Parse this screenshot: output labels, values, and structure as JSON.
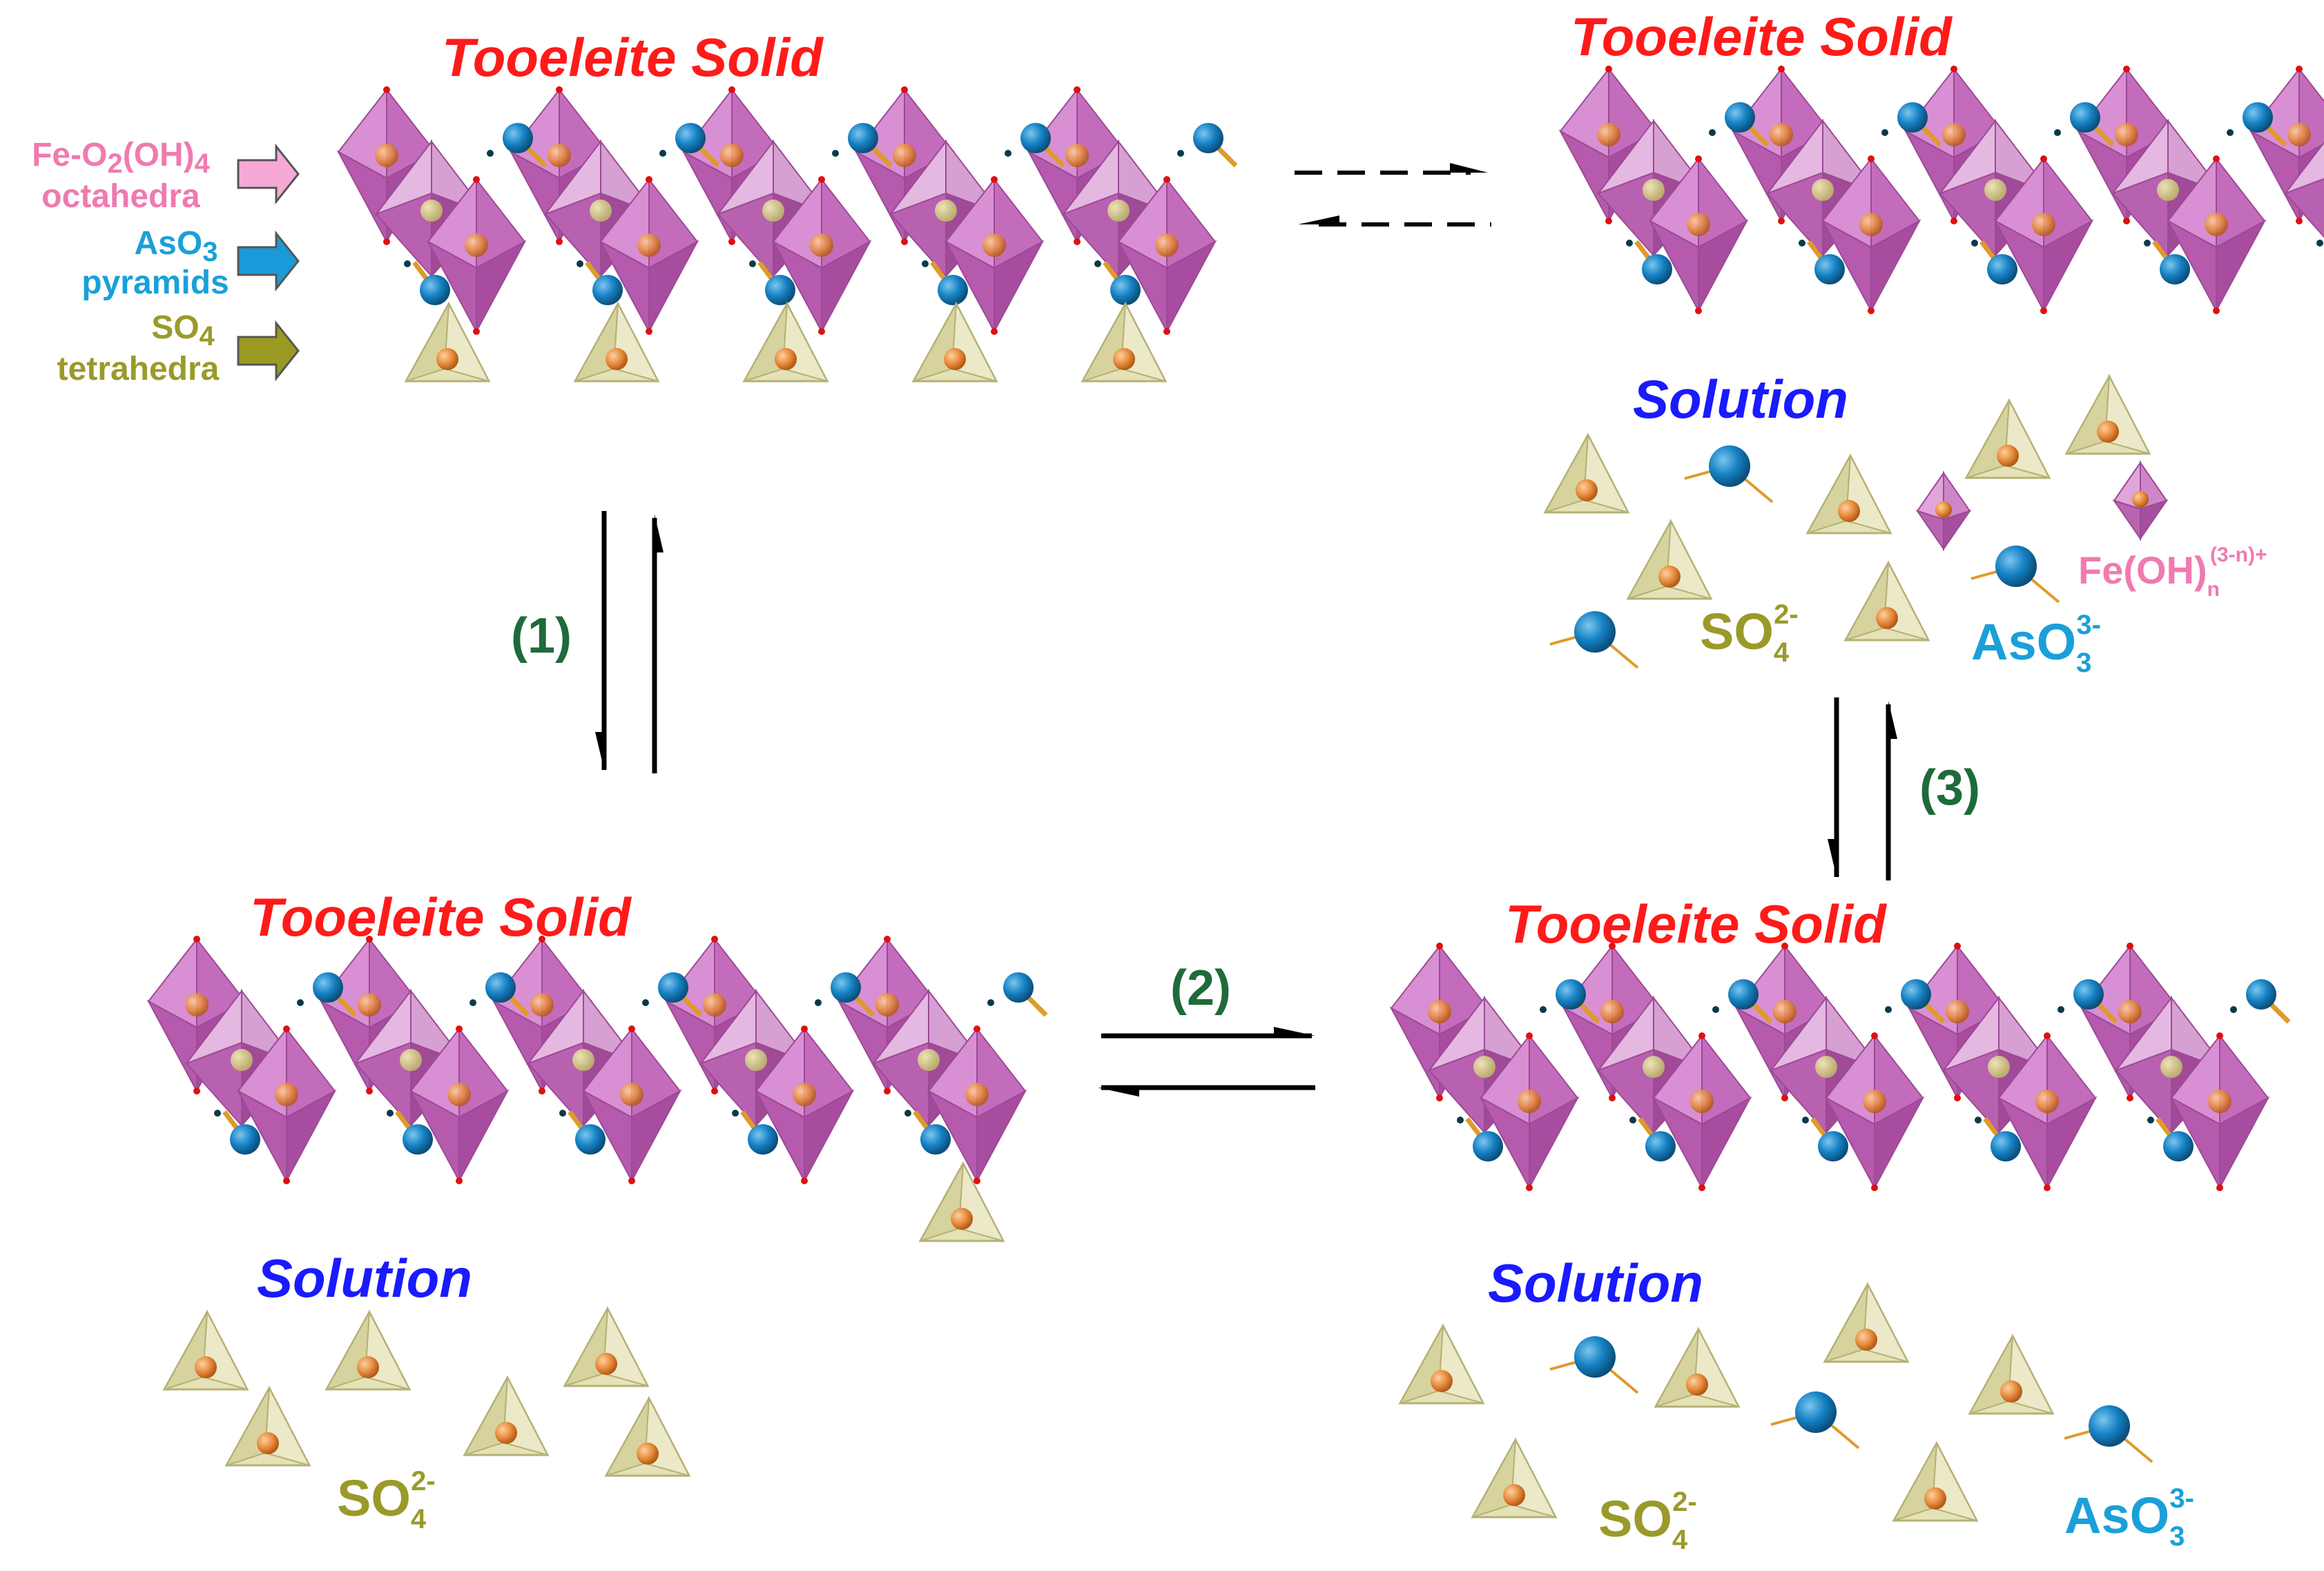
{
  "colors": {
    "octahedron": "#d47fcf",
    "octahedron_dark": "#b65aae",
    "octahedron_light": "#e2b6de",
    "arsenite": "#1682c4",
    "sulfate_face": "#e4e2b6",
    "sulfate_dark": "#c9c690",
    "core": "#e58a3a",
    "bond": "#e09a2a",
    "title": "#ff1a1a",
    "solution": "#1a1aff",
    "step": "#1e6b3a",
    "fe_label": "#f07ab0",
    "as_label": "#1aa0d8",
    "so4_label": "#9a9a2a"
  },
  "icons": [
    "fe-octahedron-icon",
    "aso3-pyramid-icon",
    "so4-tetrahedron-icon",
    "legend-arrow-icon"
  ],
  "legend": {
    "fe_line1": "Fe-O",
    "fe_sub2": "2",
    "fe_mid": "(OH)",
    "fe_sub4": "4",
    "fe_line2": "octahedra",
    "as_line1": "AsO",
    "as_sub": "3",
    "as_line2": "pyramids",
    "so4_line1": "SO",
    "so4_sub": "4",
    "so4_line2": "tetrahedra"
  },
  "panels": {
    "top_left_title": "Tooeleite Solid",
    "top_right_title": "Tooeleite Solid",
    "bottom_left_title": "Tooeleite Solid",
    "bottom_right_title": "Tooeleite Solid",
    "top_right_solution": "Solution",
    "bottom_left_solution": "Solution",
    "bottom_right_solution": "Solution"
  },
  "ions": {
    "so4_base": "SO",
    "so4_sub": "4",
    "so4_sup": "2-",
    "aso3_base": "AsO",
    "aso3_sub": "3",
    "aso3_sup": "3-",
    "fe_base": "Fe(OH)",
    "fe_sub": "n",
    "fe_sup": "(3-n)+"
  },
  "steps": {
    "step1": "(1)",
    "step2": "(2)",
    "step3": "(3)"
  }
}
